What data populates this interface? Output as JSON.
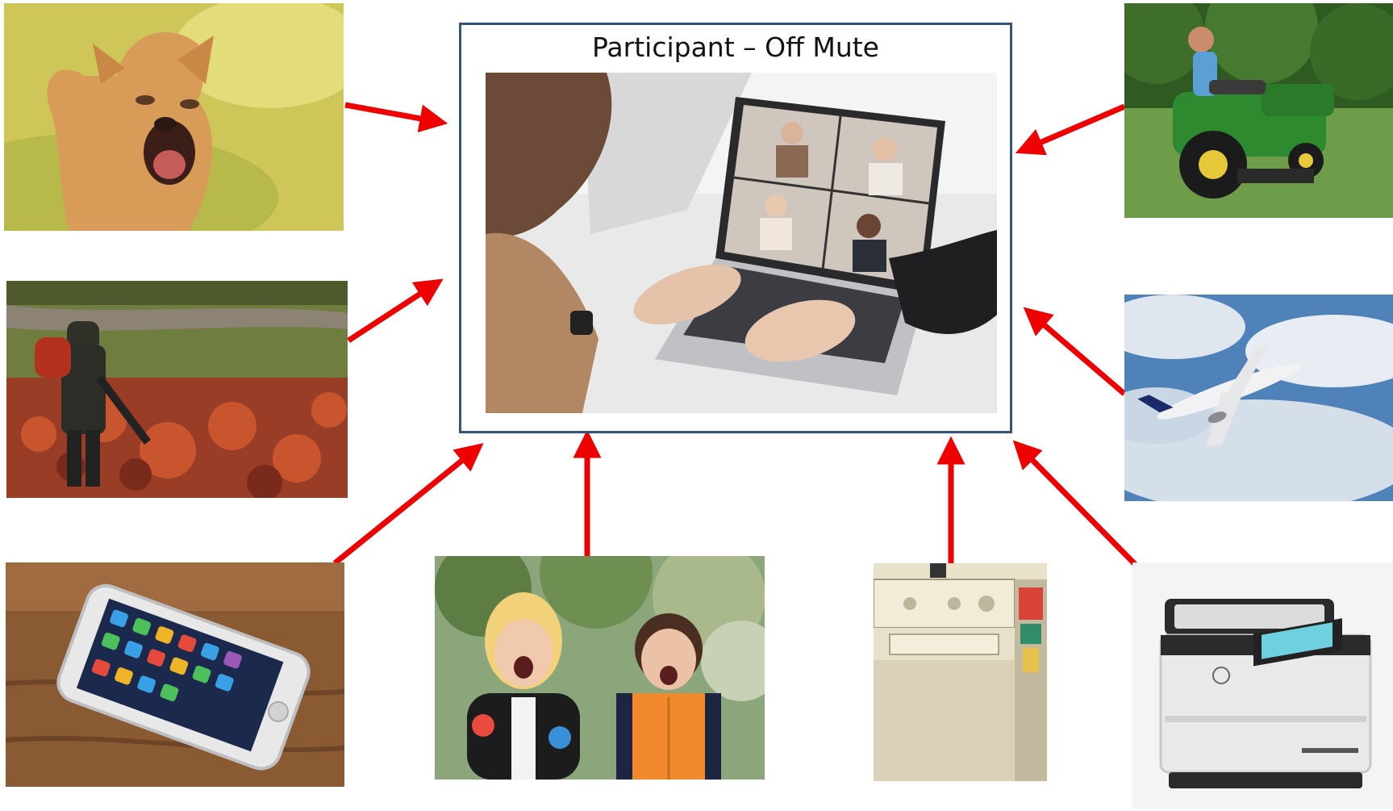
{
  "center": {
    "title": "Participant – Off Mute",
    "photo_icon": "laptop-video-call-icon"
  },
  "sources": [
    {
      "id": "barking-dog",
      "icon": "dog-icon"
    },
    {
      "id": "leaf-blower",
      "icon": "leaf-blower-icon"
    },
    {
      "id": "mobile-phone",
      "icon": "phone-icon"
    },
    {
      "id": "laughing-children",
      "icon": "children-icon"
    },
    {
      "id": "washing-machine",
      "icon": "washer-icon"
    },
    {
      "id": "printer",
      "icon": "printer-icon"
    },
    {
      "id": "airplane",
      "icon": "airplane-icon"
    },
    {
      "id": "lawn-mower",
      "icon": "lawn-mower-icon"
    }
  ],
  "colors": {
    "arrow": "#ee0000",
    "box_border": "#2f5680"
  }
}
